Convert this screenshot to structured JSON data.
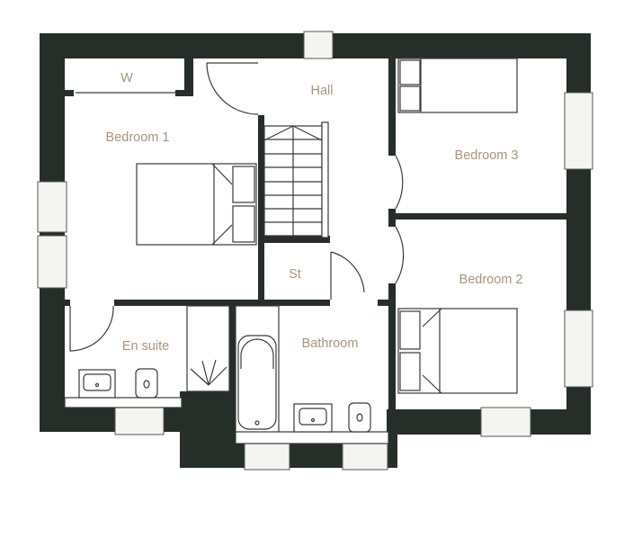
{
  "floorplan": {
    "title": "First floor plan",
    "colors": {
      "wall": "#252e28",
      "label": "#a99479",
      "background": "#ffffff"
    },
    "rooms": {
      "wardrobe": "W",
      "hall": "Hall",
      "bedroom1": "Bedroom 1",
      "bedroom3": "Bedroom 3",
      "store": "St",
      "bedroom2": "Bedroom 2",
      "ensuite": "En suite",
      "bathroom": "Bathroom"
    }
  }
}
